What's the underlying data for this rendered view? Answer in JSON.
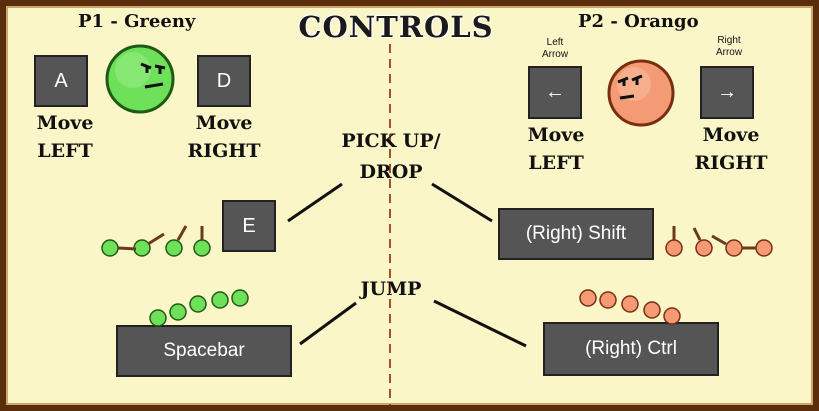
{
  "title": "CONTROLS",
  "p1": {
    "name": "P1 - Greeny",
    "left_key": "A",
    "right_key": "D",
    "move_left": [
      "Move",
      "LEFT"
    ],
    "move_right": [
      "Move",
      "RIGHT"
    ],
    "pickup_key": "E",
    "jump_key": "Spacebar",
    "color": "#6ee05a"
  },
  "p2": {
    "name": "P2 - Orango",
    "left_hint": [
      "Left",
      "Arrow"
    ],
    "right_hint": [
      "Right",
      "Arrow"
    ],
    "left_key": "←",
    "right_key": "→",
    "move_left": [
      "Move",
      "LEFT"
    ],
    "move_right": [
      "Move",
      "RIGHT"
    ],
    "pickup_key": "(Right) Shift",
    "jump_key": "(Right) Ctrl",
    "color": "#f49a74"
  },
  "actions": {
    "pickup": [
      "PICK UP/",
      "DROP"
    ],
    "jump": "JUMP"
  },
  "colors": {
    "background": "#fbf6c7",
    "frame": "#5a2e0c",
    "key": "#555555",
    "divider": "#a0522d"
  }
}
